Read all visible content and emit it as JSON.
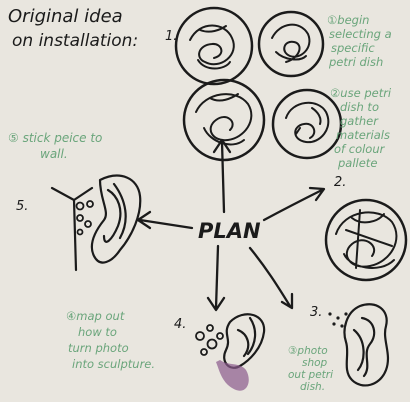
{
  "title": {
    "line1": "Original idea",
    "line2": "on installation:"
  },
  "plan_label": "PLAN",
  "step_numbers": {
    "one": "1.",
    "two": "2.",
    "three": "3.",
    "four": "4.",
    "five": "5."
  },
  "notes": {
    "begin": [
      "①begin",
      "selecting a",
      "specific",
      "petri dish"
    ],
    "use_petri": [
      "②use petri",
      "dish to",
      "gather",
      "materials",
      "of colour",
      "pallete"
    ],
    "stick": [
      "⑤ stick peice to",
      "wall."
    ],
    "map_out": [
      "④map out",
      "how to",
      "turn photo",
      "into sculpture."
    ],
    "photoshop": [
      "③photo",
      "shop",
      "out petri",
      "dish."
    ]
  },
  "colors": {
    "ink": "#1b1b1b",
    "green_ink": "#6aa57b",
    "paper": "#e9e6df",
    "accent_purple": "#8a5a8c"
  }
}
